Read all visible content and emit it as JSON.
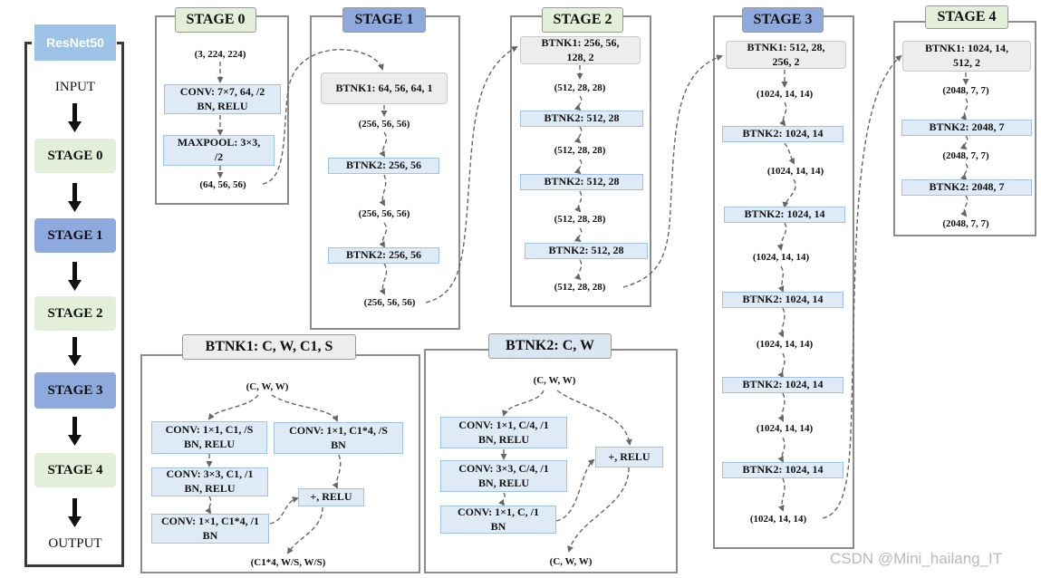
{
  "nav": {
    "brand": "ResNet50",
    "input": "INPUT",
    "output": "OUTPUT",
    "stages": [
      "STAGE 0",
      "STAGE 1",
      "STAGE 2",
      "STAGE 3",
      "STAGE 4"
    ]
  },
  "stage0": {
    "title": "STAGE 0",
    "in_shape": "(3, 224, 224)",
    "conv": "CONV: 7×7, 64, /2\nBN, RELU",
    "maxpool": "MAXPOOL: 3×3,\n/2",
    "out_shape": "(64, 56, 56)"
  },
  "stage1": {
    "title": "STAGE 1",
    "btnk1": "BTNK1: 64, 56, 64, 1",
    "shapes": [
      "(256, 56, 56)",
      "(256, 56, 56)",
      "(256, 56, 56)"
    ],
    "btnk2": [
      "BTNK2: 256, 56",
      "BTNK2: 256, 56"
    ]
  },
  "stage2": {
    "title": "STAGE 2",
    "btnk1": "BTNK1: 256, 56,\n128, 2",
    "shapes": [
      "(512, 28, 28)",
      "(512, 28, 28)",
      "(512, 28, 28)",
      "(512, 28, 28)"
    ],
    "btnk2": [
      "BTNK2: 512, 28",
      "BTNK2: 512, 28",
      "BTNK2: 512, 28"
    ]
  },
  "stage3": {
    "title": "STAGE 3",
    "btnk1": "BTNK1: 512, 28,\n256, 2",
    "shapes": [
      "(1024, 14, 14)",
      "(1024, 14, 14)",
      "(1024, 14, 14)",
      "(1024, 14, 14)",
      "(1024, 14, 14)",
      "(1024, 14, 14)"
    ],
    "btnk2": [
      "BTNK2: 1024, 14",
      "BTNK2: 1024, 14",
      "BTNK2: 1024, 14",
      "BTNK2: 1024, 14",
      "BTNK2: 1024, 14"
    ]
  },
  "stage4": {
    "title": "STAGE 4",
    "btnk1": "BTNK1: 1024, 14,\n512, 2",
    "shapes": [
      "(2048, 7, 7)",
      "(2048, 7, 7)",
      "(2048, 7, 7)"
    ],
    "btnk2": [
      "BTNK2: 2048, 7",
      "BTNK2: 2048, 7"
    ]
  },
  "btnk1_def": {
    "title": "BTNK1: C, W, C1, S",
    "in_shape": "(C, W, W)",
    "conv1": "CONV: 1×1, C1, /S\nBN, RELU",
    "conv2": "CONV: 3×3, C1, /1\nBN, RELU",
    "conv3": "CONV: 1×1, C1*4, /1\nBN",
    "shortcut": "CONV: 1×1, C1*4, /S\nBN",
    "add": "+, RELU",
    "out_shape": "(C1*4, W/S, W/S)"
  },
  "btnk2_def": {
    "title": "BTNK2: C, W",
    "in_shape": "(C, W, W)",
    "conv1": "CONV: 1×1, C/4, /1\nBN, RELU",
    "conv2": "CONV: 3×3, C/4, /1\nBN, RELU",
    "conv3": "CONV: 1×1, C, /1\nBN",
    "add": "+, RELU",
    "out_shape": "(C, W, W)"
  },
  "watermark": "CSDN @Mini_hailang_IT",
  "colors": {
    "green": "#e3efd9",
    "blue": "#8ea9db",
    "light_blue": "#deebf7",
    "gray": "#ededed",
    "brand": "#9dc3e6",
    "connector": "#666666"
  }
}
